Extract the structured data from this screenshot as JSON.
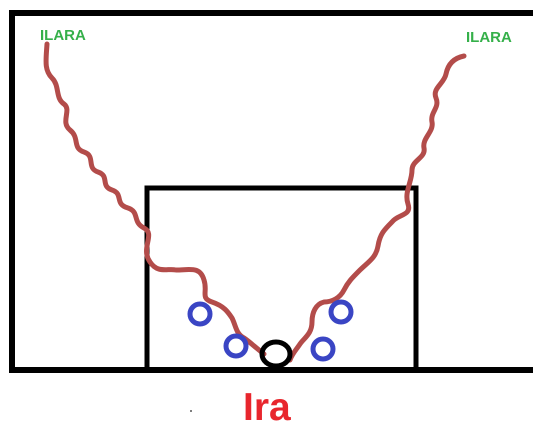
{
  "labels": {
    "left_tail": "ILARA",
    "right_tail": "ILARA",
    "caption": "Ira"
  },
  "colors": {
    "outline": "#000000",
    "tail": "#b34c4a",
    "ring": "#3a45c4",
    "tail_label": "#35b04a",
    "caption": "#e8262d",
    "central_ring": "#000000"
  }
}
